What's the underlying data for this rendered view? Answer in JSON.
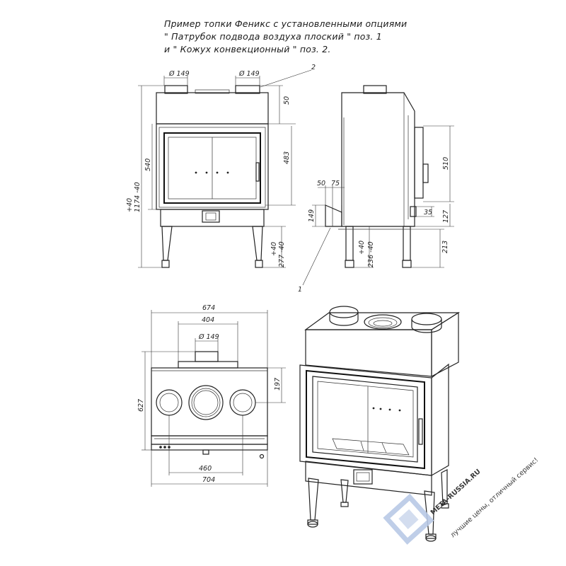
{
  "title": {
    "line1": "Пример топки Феникс с установленными опциями",
    "line2": "\" Патрубок подвода воздуха плоский \" поз. 1",
    "line3": "и \" Кожух конвекционный \" поз. 2."
  },
  "front_view": {
    "dia_left": "Ø 149",
    "dia_right": "Ø 149",
    "dim_50": "50",
    "dim_483": "483",
    "dim_540": "540",
    "dim_total": "1174 -40",
    "dim_total_tol": "+40",
    "dim_277": "277 -40",
    "dim_277_tol": "+40",
    "callout_2": "2"
  },
  "side_view": {
    "dim_50": "50",
    "dim_75": "75",
    "dim_149": "149",
    "dim_510": "510",
    "dim_35": "35",
    "dim_127": "127",
    "dim_213": "213",
    "dim_236": "236 -40",
    "dim_236_tol": "+40",
    "callout_1": "1"
  },
  "top_view": {
    "dim_674": "674",
    "dim_404": "404",
    "dia": "Ø 149",
    "dim_627": "627",
    "dim_197": "197",
    "dim_460": "460",
    "dim_704": "704"
  },
  "watermark": {
    "brand": "META-RUSSIA.RU",
    "slogan": "лучшие цены, отличный сервис!",
    "color": "#3d66b8"
  }
}
